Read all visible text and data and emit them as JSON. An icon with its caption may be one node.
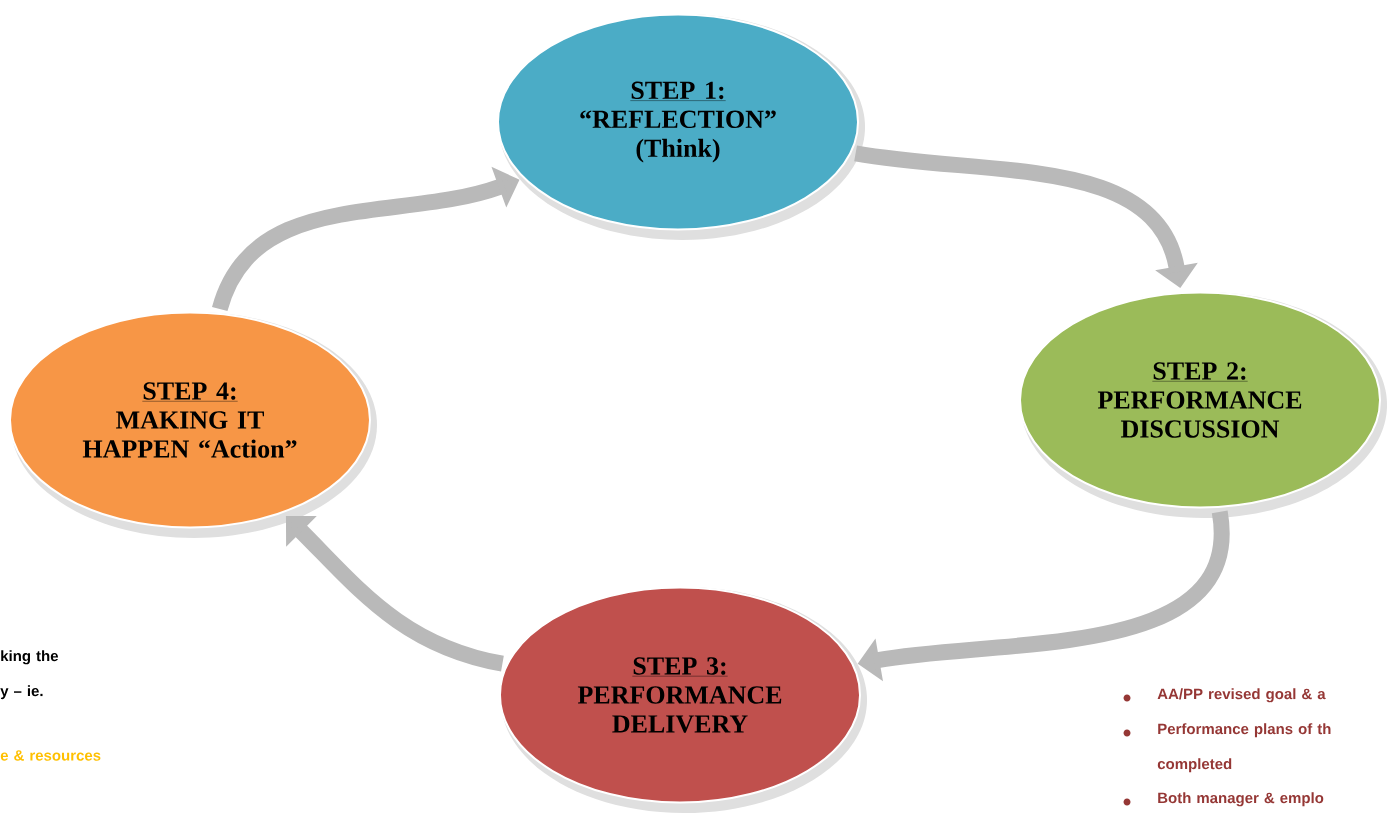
{
  "diagram": {
    "nodes": [
      {
        "text": [
          "STEP 1:",
          "“REFLECTION” (Think)"
        ]
      },
      {
        "text": [
          "STEP 2:",
          "PERFORMANCE DISCUSSION"
        ]
      },
      {
        "text": [
          "STEP 3:",
          "PERFORMANCE DELIVERY"
        ]
      },
      {
        "text": [
          "STEP 4:",
          "MAKING IT HAPPEN “Action”"
        ]
      }
    ],
    "edges": [
      {
        "from": 0,
        "to": 1,
        "arrow": "to"
      },
      {
        "from": 1,
        "to": 2,
        "arrow": "to"
      },
      {
        "from": 2,
        "to": 3,
        "arrow": "to"
      },
      {
        "from": 3,
        "to": 0,
        "arrow": "to"
      }
    ],
    "labels": [
      "king the",
      "y – ie.",
      "e & resources",
      "AA/PP revised goal & a",
      "Performance plans of th completed",
      "Both manager & emplo"
    ]
  }
}
